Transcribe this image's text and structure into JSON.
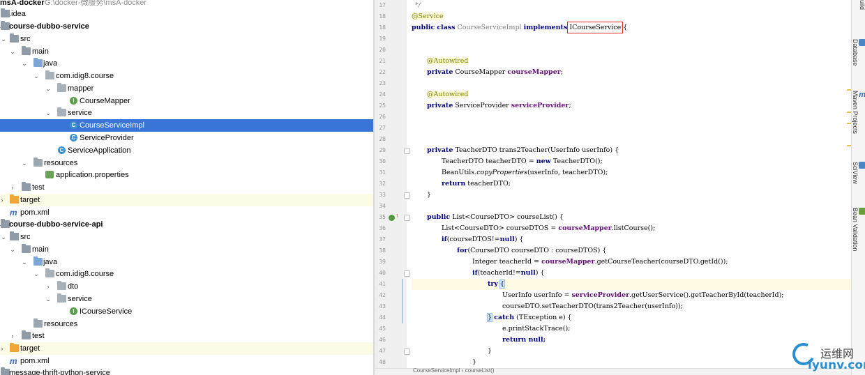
{
  "tree": {
    "root": {
      "name": "msA-docker",
      "path": "G:\\docker-微服务\\msA-docker"
    },
    "items": [
      {
        "label": ".idea"
      },
      {
        "label": "course-dubbo-service"
      },
      {
        "label": "src"
      },
      {
        "label": "main"
      },
      {
        "label": "java"
      },
      {
        "label": "com.idig8.course"
      },
      {
        "label": "mapper"
      },
      {
        "label": "CourseMapper"
      },
      {
        "label": "service"
      },
      {
        "label": "CourseServiceImpl"
      },
      {
        "label": "ServiceProvider"
      },
      {
        "label": "ServiceApplication"
      },
      {
        "label": "resources"
      },
      {
        "label": "application.properties"
      },
      {
        "label": "test"
      },
      {
        "label": "target"
      },
      {
        "label": "pom.xml"
      },
      {
        "label": "course-dubbo-service-api"
      },
      {
        "label": "src"
      },
      {
        "label": "main"
      },
      {
        "label": "java"
      },
      {
        "label": "com.idig8.course"
      },
      {
        "label": "dto"
      },
      {
        "label": "service"
      },
      {
        "label": "ICourseService"
      },
      {
        "label": "resources"
      },
      {
        "label": "test"
      },
      {
        "label": "target"
      },
      {
        "label": "pom.xml"
      },
      {
        "label": "message-thrift-python-service"
      }
    ]
  },
  "editor": {
    "line_numbers": [
      "17",
      "18",
      "18",
      "19",
      "20",
      "21",
      "22",
      "23",
      "24",
      "25",
      "26",
      "27",
      "28",
      "29",
      "30",
      "31",
      "32",
      "33",
      "34",
      "35",
      "36",
      "37",
      "38",
      "39",
      "40",
      "41",
      "42",
      "43",
      "44",
      "45",
      "46",
      "47",
      "48"
    ],
    "code": {
      "l17": "*/",
      "l18a": "@Service",
      "public": "public",
      "class": "class",
      "classname": "CourseServiceImpl",
      "implements": "implements",
      "iface": "ICourseService",
      "open_brace": "{",
      "autowired": "@Autowired",
      "private": "private",
      "course_mapper_type": "CourseMapper",
      "course_mapper_field": "courseMapper",
      "service_provider_type": "ServiceProvider",
      "service_provider_field": "serviceProvider",
      "semicolon": ";",
      "l29_sig": "TeacherDTO trans2Teacher(UserInfo userInfo) {",
      "l30_a": "TeacherDTO teacherDTO = ",
      "new": "new",
      "l30_b": " TeacherDTO();",
      "l31_a": "BeanUtils.",
      "l31_m": "copyProperties",
      "l31_b": "(userInfo, teacherDTO);",
      "return": "return",
      "l32_b": " teacherDTO;",
      "close_brace": "}",
      "l35_sig": "List<CourseDTO> courseList() {",
      "l36_a": "List<CourseDTO> courseDTOS = ",
      "l36_b": ".listCourse();",
      "if": "if",
      "l37_b": "(courseDTOS!=",
      "null": "null",
      "l37_c": ") {",
      "for": "for",
      "l38_b": "(CourseDTO courseDTO : courseDTOS) {",
      "l39_a": "Integer teacherId = ",
      "l39_b": ".getCourseTeacher(courseDTO.getId());",
      "l40_b": "(teacherId!=",
      "try": "try",
      "l42_a": "UserInfo userInfo = ",
      "l42_b": ".getUserService().getTeacherById(teacherId);",
      "l43": "courseDTO.setTeacherDTO(trans2Teacher(userInfo));",
      "catch": "catch",
      "l44_b": " (TException e) {",
      "l45": "e.printStackTrace();",
      "l46_b": " null;",
      "tab_label": "CourseServiceImpl › courseList()"
    }
  },
  "right_panel": {
    "tabs": [
      {
        "label": "Ant Build",
        "icon": "ant-icon",
        "color": "#c36b2e"
      },
      {
        "label": "Database",
        "icon": "database-icon",
        "color": "#4a86c5"
      },
      {
        "label": "Maven Projects",
        "icon": "maven-icon",
        "color": "#3568b8"
      },
      {
        "label": "SciView",
        "icon": "sciview-icon",
        "color": "#4a86c5"
      },
      {
        "label": "Bean Validation",
        "icon": "bean-icon",
        "color": "#6c9e3a"
      }
    ]
  },
  "watermark": {
    "cn": "运维网",
    "en": "iyunv.com"
  },
  "colors": {
    "selection": "#3875d7",
    "keyword": "#000080",
    "annotation": "#808000",
    "field": "#660e7a",
    "highlight_box": "#e12b2b"
  }
}
